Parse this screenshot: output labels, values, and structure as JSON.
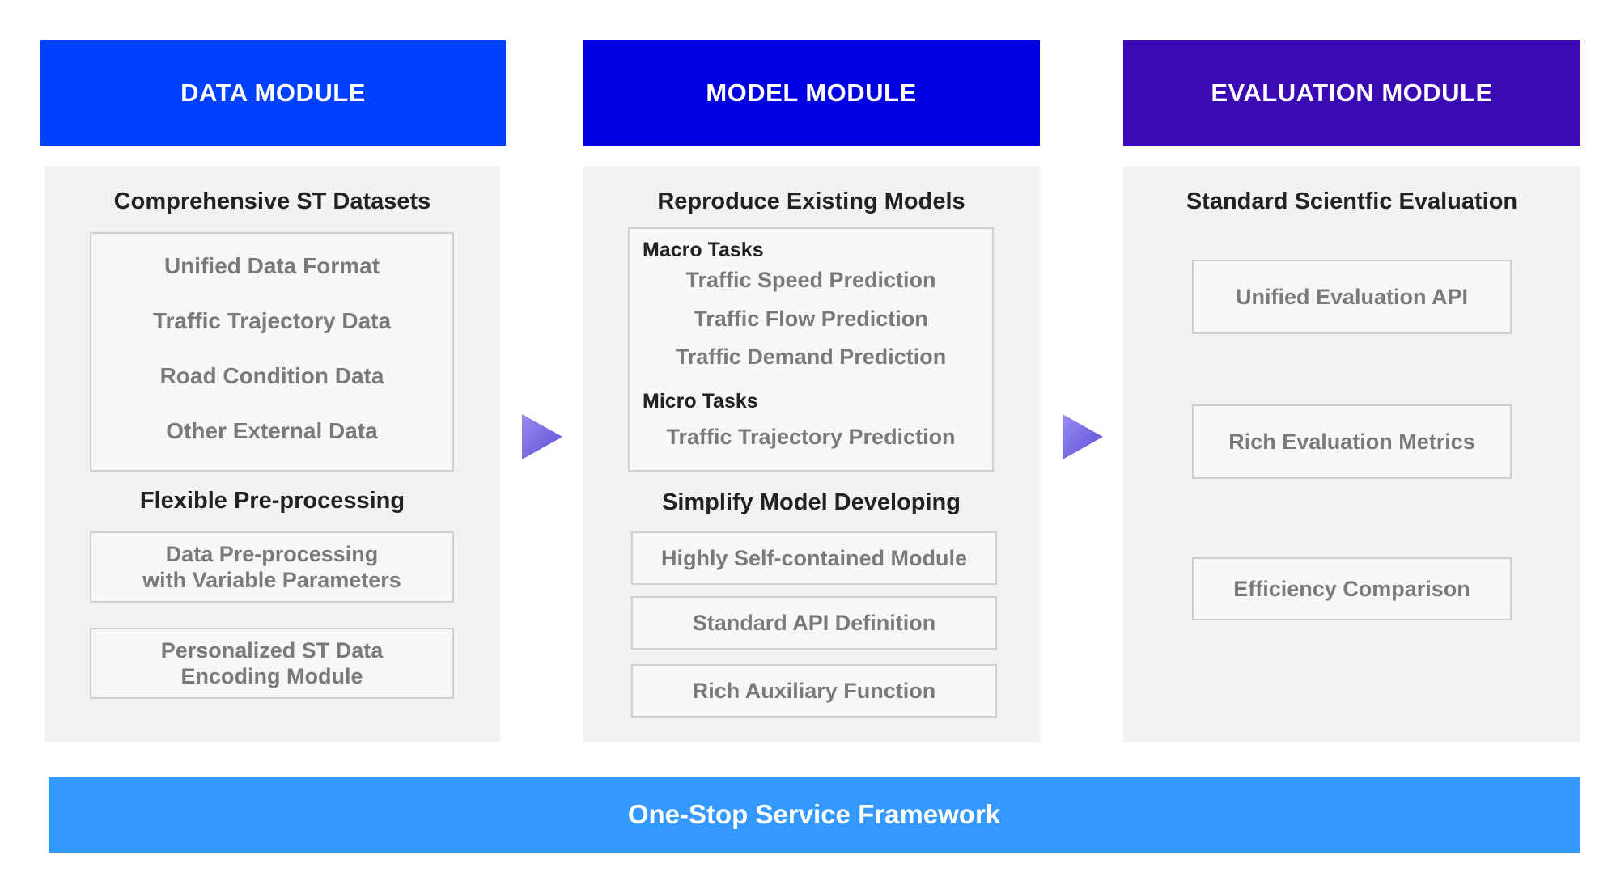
{
  "colors": {
    "data_header": "#0041ff",
    "model_header": "#0000e0",
    "eval_header": "#3a0ab4",
    "footer": "#3399ff",
    "arrow": "#7a6ee0"
  },
  "data_module": {
    "header": "DATA MODULE",
    "datasets_title": "Comprehensive ST Datasets",
    "dataset_items": [
      "Unified Data Format",
      "Traffic Trajectory Data",
      "Road Condition Data",
      "Other External Data"
    ],
    "preprocessing_title": "Flexible Pre-processing",
    "preprocessing_boxes": [
      {
        "line1": "Data Pre-processing",
        "line2": "with Variable Parameters"
      },
      {
        "line1": "Personalized ST Data",
        "line2": "Encoding Module"
      }
    ]
  },
  "model_module": {
    "header": "MODEL MODULE",
    "reproduce_title": "Reproduce Existing Models",
    "macro_label": "Macro Tasks",
    "macro_items": [
      "Traffic Speed Prediction",
      "Traffic Flow Prediction",
      "Traffic Demand Prediction"
    ],
    "micro_label": "Micro Tasks",
    "micro_items": [
      "Traffic Trajectory Prediction"
    ],
    "simplify_title": "Simplify Model Developing",
    "simplify_boxes": [
      "Highly Self-contained Module",
      "Standard API Definition",
      "Rich Auxiliary Function"
    ]
  },
  "evaluation_module": {
    "header": "EVALUATION MODULE",
    "title": "Standard Scientfic Evaluation",
    "boxes": [
      "Unified Evaluation API",
      "Rich Evaluation Metrics",
      "Efficiency Comparison"
    ]
  },
  "footer": {
    "label": "One-Stop Service Framework"
  }
}
